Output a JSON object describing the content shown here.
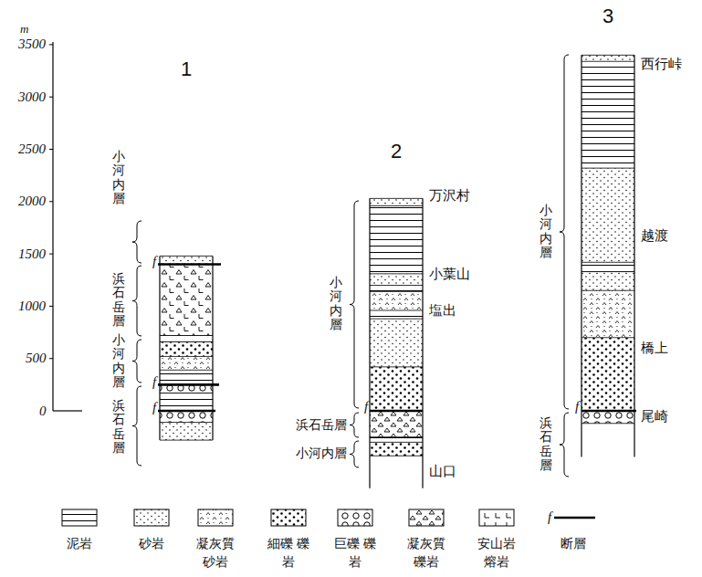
{
  "diagram": {
    "labels": [
      "m",
      "3500",
      "3000",
      "2500",
      "2000",
      "1500",
      "1000",
      "500",
      "0",
      "1",
      "小河内層",
      "浜石岳層",
      "小河内層",
      "浜石岳層",
      "f",
      "f",
      "f",
      "2",
      "万沢村",
      "小葉山",
      "塩出",
      "山口",
      "小河内層",
      "浜石岳層",
      "小河内層",
      "f",
      "3",
      "西行峠",
      "越渡",
      "橋上",
      "尾崎",
      "小河内層",
      "浜石岳層",
      "f",
      "f"
    ],
    "legend": [
      {
        "text": "泥岩"
      },
      {
        "text": "砂岩"
      },
      {
        "text": "凝灰質 砂岩"
      },
      {
        "text": "細礫 礫岩"
      },
      {
        "text": "巨礫 礫岩"
      },
      {
        "text": "凝灰質 礫岩"
      },
      {
        "text": "安山岩 熔岩"
      },
      {
        "text": "断層"
      }
    ]
  }
}
